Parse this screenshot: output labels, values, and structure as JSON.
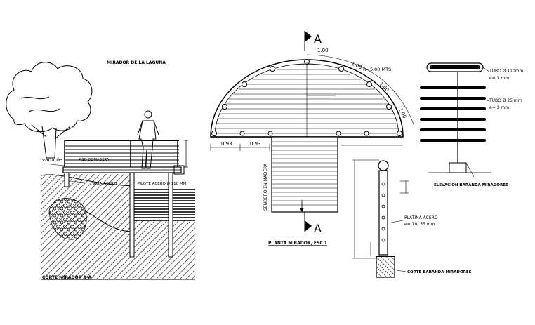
{
  "section": {
    "title_top": "MIRADOR DE LA LAGUNA",
    "label_variable": "variable",
    "label_piso": "PISO DE MADERA",
    "label_viga": "VIGA ACERO",
    "label_pilote": "PILOTE ACERO Ø 110 MM",
    "title_bottom": "CORTE MIRADOR A-A"
  },
  "plan": {
    "section_marker": "A",
    "arc_dims": [
      "1.00",
      "1.00",
      "1.00",
      "1.00"
    ],
    "radius_label": "R=5.00 MTS.",
    "dim_left_1": "0.93",
    "dim_left_2": "0.93",
    "label_madera": "SENDERO EN MADERA",
    "title": "PLANTA MIRADOR, ESC 1"
  },
  "elevation": {
    "tube_top": "TUBO Ø 110mm",
    "tube_top_thk": "e= 3 mm",
    "tube_mid": "TUBO Ø 25 mm",
    "tube_mid_thk": "e= 3 mm",
    "title": "ELEVACION BARANDA MIRADORES"
  },
  "detail": {
    "platina": "PLATINA ACERO",
    "platina_dim": "e= 10/ 55 mm",
    "title": "CORTE BARANDA MIRADORES"
  }
}
